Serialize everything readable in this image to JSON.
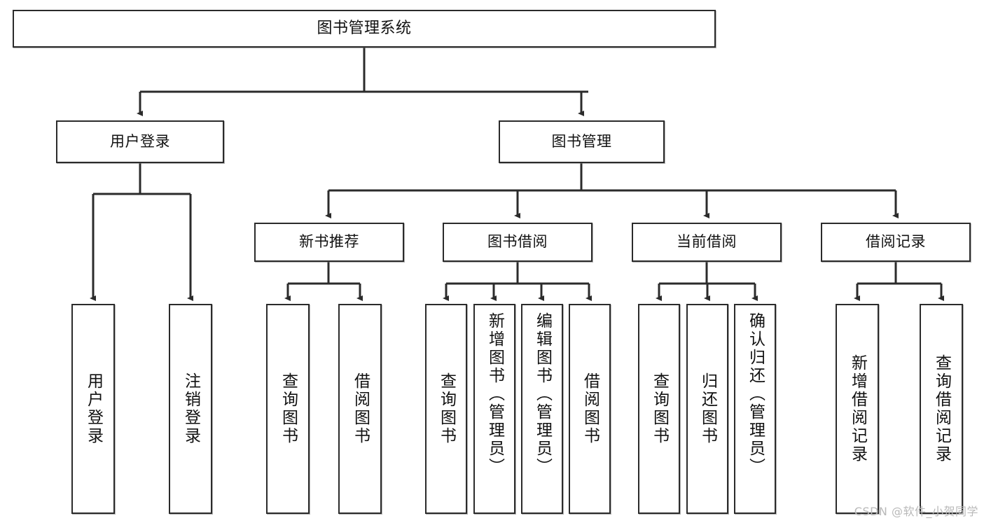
{
  "diagram": {
    "title": "图书管理系统",
    "type": "tree-hierarchy",
    "stroke_color": "#2b2b2b",
    "fill_color": "#ffffff",
    "text_color": "#111111",
    "watermark": "CSDN @软件_小贺同学",
    "nodes": {
      "root": {
        "label": "图书管理系统"
      },
      "level1": [
        {
          "label": "用户登录"
        },
        {
          "label": "图书管理"
        }
      ],
      "level2": [
        {
          "label": "新书推荐"
        },
        {
          "label": "图书借阅"
        },
        {
          "label": "当前借阅"
        },
        {
          "label": "借阅记录"
        }
      ],
      "leaves_user_login": [
        {
          "label": "用户登录"
        },
        {
          "label": "注销登录"
        }
      ],
      "leaves_new_book": [
        {
          "label": "查询图书"
        },
        {
          "label": "借阅图书"
        }
      ],
      "leaves_borrow": [
        {
          "label": "查询图书"
        },
        {
          "label": "新增图书（管理员）"
        },
        {
          "label": "编辑图书（管理员）"
        },
        {
          "label": "借阅图书"
        }
      ],
      "leaves_current": [
        {
          "label": "查询图书"
        },
        {
          "label": "归还图书"
        },
        {
          "label": "确认归还（管理员）"
        }
      ],
      "leaves_records": [
        {
          "label": "新增借阅记录"
        },
        {
          "label": "查询借阅记录"
        }
      ]
    }
  }
}
